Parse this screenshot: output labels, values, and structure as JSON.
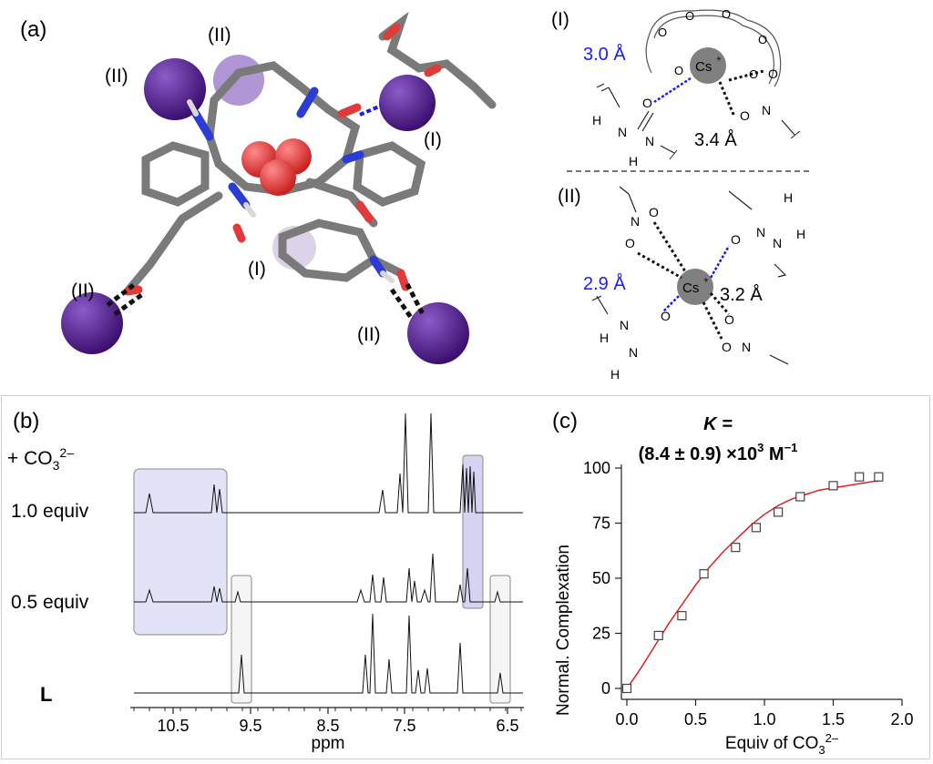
{
  "panel_a": {
    "label": "(a)",
    "site_labels": [
      "(II)",
      "(II)",
      "(I)",
      "(I)",
      "(II)",
      "(II)"
    ]
  },
  "panel_a_right": {
    "label_I": "(I)",
    "label_II": "(II)",
    "cs_label": "Cs",
    "cs_charge": "+",
    "dist_I_blue": "3.0 Å",
    "dist_I_black": "3.4 Å",
    "dist_II_blue": "2.9 Å",
    "dist_II_black": "3.2 Å",
    "atoms": {
      "O": "O",
      "N": "N",
      "H": "H"
    }
  },
  "panel_b": {
    "label": "(b)",
    "titration_label": "+ CO",
    "titration_sub": "3",
    "titration_sup": "2–",
    "rows": [
      "1.0 equiv",
      "0.5 equiv",
      "L"
    ],
    "xlabel": "ppm",
    "ticks": [
      "10.5",
      "9.5",
      "8.5",
      "7.5",
      "6.5"
    ]
  },
  "panel_c": {
    "label": "(c)",
    "k_line1": "K =",
    "k_line2": "(8.4 ± 0.9) ×10",
    "k_sup": "3",
    "k_units": " M",
    "k_units_sup": "−1"
  },
  "chart_data": {
    "type": "scatter",
    "xlabel": "Equiv of CO3 2–",
    "xlabel_main": "Equiv of CO",
    "xlabel_sub": "3",
    "xlabel_sup": "2–",
    "ylabel": "Normal. Complexation",
    "xlim": [
      0.0,
      2.0
    ],
    "ylim": [
      0,
      100
    ],
    "xticks": [
      0.0,
      0.5,
      1.0,
      1.5,
      2.0
    ],
    "xtick_labels": [
      "0.0",
      "0.5",
      "1.0",
      "1.5",
      "2.0"
    ],
    "yticks": [
      0,
      25,
      50,
      75,
      100
    ],
    "ytick_labels": [
      "0",
      "25",
      "50",
      "75",
      "100"
    ],
    "grid": false,
    "series": [
      {
        "x": [
          0.0,
          0.23,
          0.4,
          0.56,
          0.79,
          0.94,
          1.1,
          1.26,
          1.5,
          1.69,
          1.83
        ],
        "y": [
          0,
          24,
          33,
          52,
          64,
          73,
          80,
          87,
          92,
          96,
          96
        ],
        "marker": "open-square",
        "color": "#444444"
      }
    ],
    "fit": {
      "x": [
        0.0,
        0.1,
        0.2,
        0.3,
        0.4,
        0.5,
        0.6,
        0.7,
        0.8,
        0.9,
        1.0,
        1.1,
        1.2,
        1.3,
        1.4,
        1.5,
        1.6,
        1.7,
        1.8,
        1.83
      ],
      "y": [
        0,
        9,
        19,
        29,
        38,
        47,
        55,
        62,
        68,
        74,
        79,
        83,
        86,
        88,
        90,
        91,
        92,
        93,
        94,
        94
      ],
      "color": "#e02020"
    }
  }
}
